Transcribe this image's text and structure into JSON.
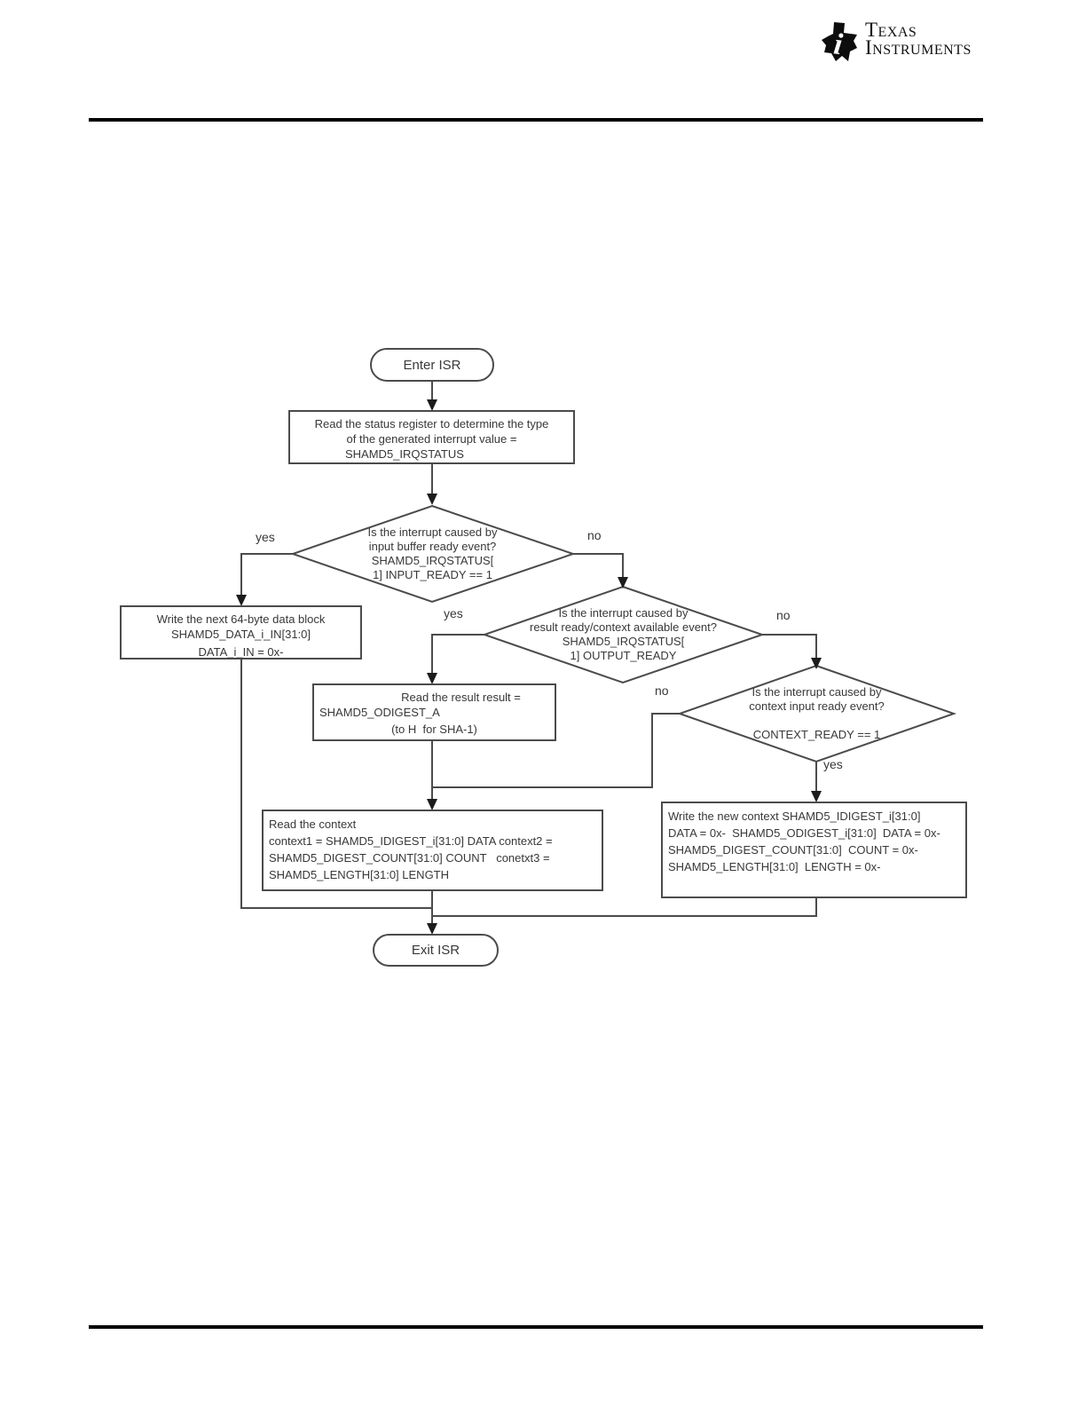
{
  "logo": {
    "brand_line1": "Texas",
    "brand_line2": "Instruments"
  },
  "flowchart": {
    "terminals": {
      "enter": "Enter ISR",
      "exit": "Exit ISR"
    },
    "boxes": {
      "read_status": {
        "lines": [
          "Read the status register to determine the type",
          "of the generated interrupt value =",
          "SHAMD5_IRQSTATUS"
        ]
      },
      "write_block": {
        "lines": [
          "Write the next 64-byte data block",
          "SHAMD5_DATA_i_IN[31:0]",
          "DATA_i_IN = 0x-"
        ]
      },
      "read_result": {
        "lines": [
          "Read the result result =",
          "SHAMD5_ODIGEST_A",
          "(to H  for SHA-1)"
        ]
      },
      "read_context": {
        "lines": [
          "Read the context",
          "context1 = SHAMD5_IDIGEST_i[31:0] DATA context2 =",
          "SHAMD5_DIGEST_COUNT[31:0] COUNT   conetxt3 =",
          "SHAMD5_LENGTH[31:0] LENGTH"
        ]
      },
      "write_context": {
        "lines": [
          "Write the new context SHAMD5_IDIGEST_i[31:0]",
          "DATA = 0x-  SHAMD5_ODIGEST_i[31:0]  DATA = 0x-",
          "SHAMD5_DIGEST_COUNT[31:0]  COUNT = 0x-",
          "SHAMD5_LENGTH[31:0]  LENGTH = 0x-"
        ]
      }
    },
    "decisions": {
      "input_ready": {
        "lines": [
          "Is the interrupt caused by",
          "input buffer ready event?",
          "SHAMD5_IRQSTATUS[",
          "1] INPUT_READY == 1"
        ]
      },
      "output_ready": {
        "lines": [
          "Is the interrupt caused by",
          "result ready/context available event?",
          "SHAMD5_IRQSTATUS[",
          "1] OUTPUT_READY"
        ]
      },
      "context_ready": {
        "lines": [
          "Is the interrupt caused by",
          "context input ready event?",
          "",
          "CONTEXT_READY == 1"
        ]
      }
    },
    "labels": {
      "yes1": "yes",
      "no1": "no",
      "yes2": "yes",
      "no2": "no",
      "no3": "no",
      "yes3": "yes"
    }
  },
  "colors": {
    "line": "#4b4b4b",
    "arrow": "#1c1c1c",
    "rule": "#000000"
  }
}
